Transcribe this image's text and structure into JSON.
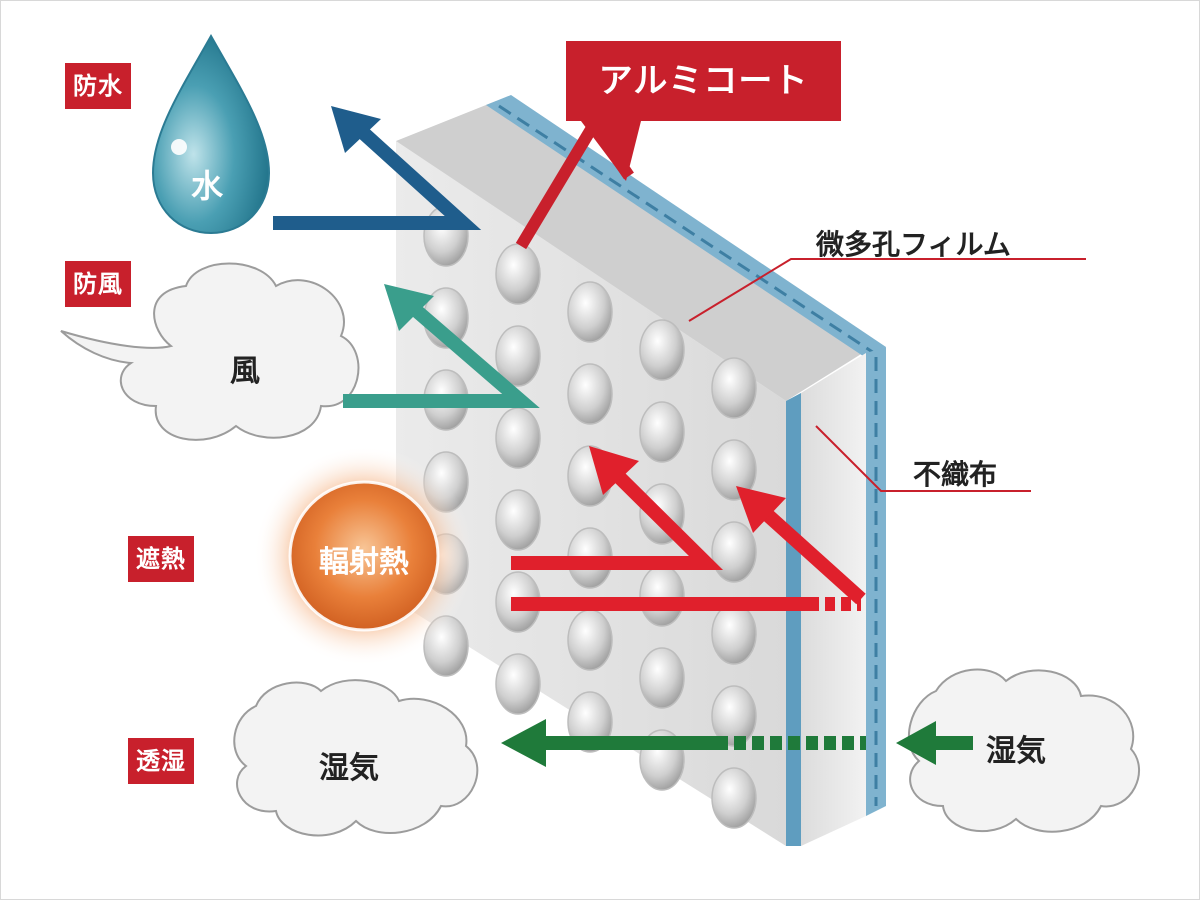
{
  "callout": {
    "label": "アルミコート"
  },
  "layers": {
    "film": "微多孔フィルム",
    "nonwoven": "不織布"
  },
  "functions": {
    "waterproof": "防水",
    "windproof": "防風",
    "heat_shield": "遮熱",
    "moisture_permeable": "透湿"
  },
  "elements": {
    "water": "水",
    "wind": "風",
    "radiant_heat": "輻射熱",
    "moisture_left": "湿気",
    "moisture_right": "湿気"
  },
  "colors": {
    "tag_red": "#c8202c",
    "water_arrow": "#1f5d8c",
    "wind_arrow": "#3a9e8c",
    "heat_arrow": "#e0202c",
    "moisture_arrow": "#1f7a3a",
    "layer_blue": "#7fb3cf"
  }
}
